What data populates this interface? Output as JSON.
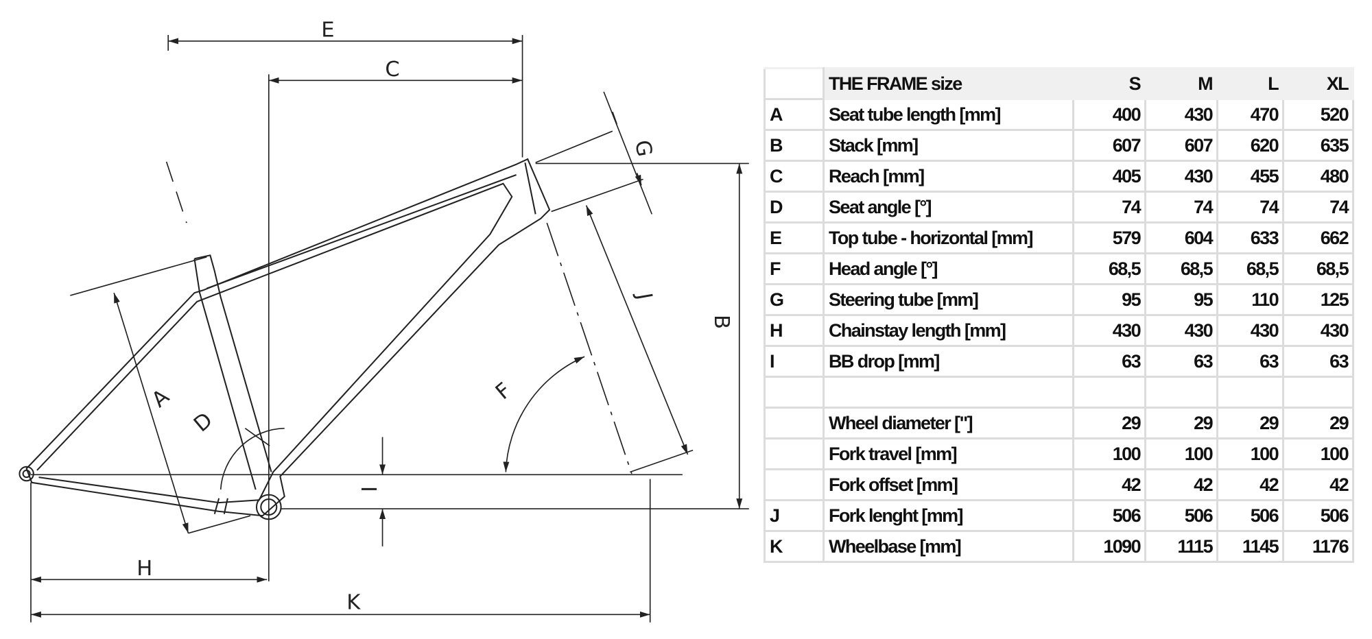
{
  "diagram": {
    "labels": {
      "A": "A",
      "B": "B",
      "C": "C",
      "D": "D",
      "E": "E",
      "F": "F",
      "G": "G",
      "H": "H",
      "I": "I",
      "J": "J",
      "K": "K"
    }
  },
  "table": {
    "header": {
      "title": "THE FRAME size",
      "sizes": [
        "S",
        "M",
        "L",
        "XL"
      ]
    },
    "rows": [
      {
        "key": "A",
        "label": "Seat tube length [mm]",
        "values": [
          "400",
          "430",
          "470",
          "520"
        ]
      },
      {
        "key": "B",
        "label": "Stack [mm]",
        "values": [
          "607",
          "607",
          "620",
          "635"
        ]
      },
      {
        "key": "C",
        "label": "Reach [mm]",
        "values": [
          "405",
          "430",
          "455",
          "480"
        ]
      },
      {
        "key": "D",
        "label": "Seat angle [°]",
        "values": [
          "74",
          "74",
          "74",
          "74"
        ]
      },
      {
        "key": "E",
        "label": "Top tube - horizontal [mm]",
        "values": [
          "579",
          "604",
          "633",
          "662"
        ]
      },
      {
        "key": "F",
        "label": "Head angle [°]",
        "values": [
          "68,5",
          "68,5",
          "68,5",
          "68,5"
        ]
      },
      {
        "key": "G",
        "label": "Steering tube [mm]",
        "values": [
          "95",
          "95",
          "110",
          "125"
        ]
      },
      {
        "key": "H",
        "label": "Chainstay length [mm]",
        "values": [
          "430",
          "430",
          "430",
          "430"
        ]
      },
      {
        "key": "I",
        "label": "BB drop [mm]",
        "values": [
          "63",
          "63",
          "63",
          "63"
        ]
      },
      {
        "key": "",
        "label": "",
        "values": [
          "",
          "",
          "",
          ""
        ]
      },
      {
        "key": "",
        "label": "Wheel diameter [\"]",
        "values": [
          "29",
          "29",
          "29",
          "29"
        ]
      },
      {
        "key": "",
        "label": "Fork travel [mm]",
        "values": [
          "100",
          "100",
          "100",
          "100"
        ]
      },
      {
        "key": "",
        "label": "Fork offset [mm]",
        "values": [
          "42",
          "42",
          "42",
          "42"
        ]
      },
      {
        "key": "J",
        "label": "Fork lenght [mm]",
        "values": [
          "506",
          "506",
          "506",
          "506"
        ]
      },
      {
        "key": "K",
        "label": "Wheelbase [mm]",
        "values": [
          "1090",
          "1115",
          "1145",
          "1176"
        ]
      }
    ]
  }
}
